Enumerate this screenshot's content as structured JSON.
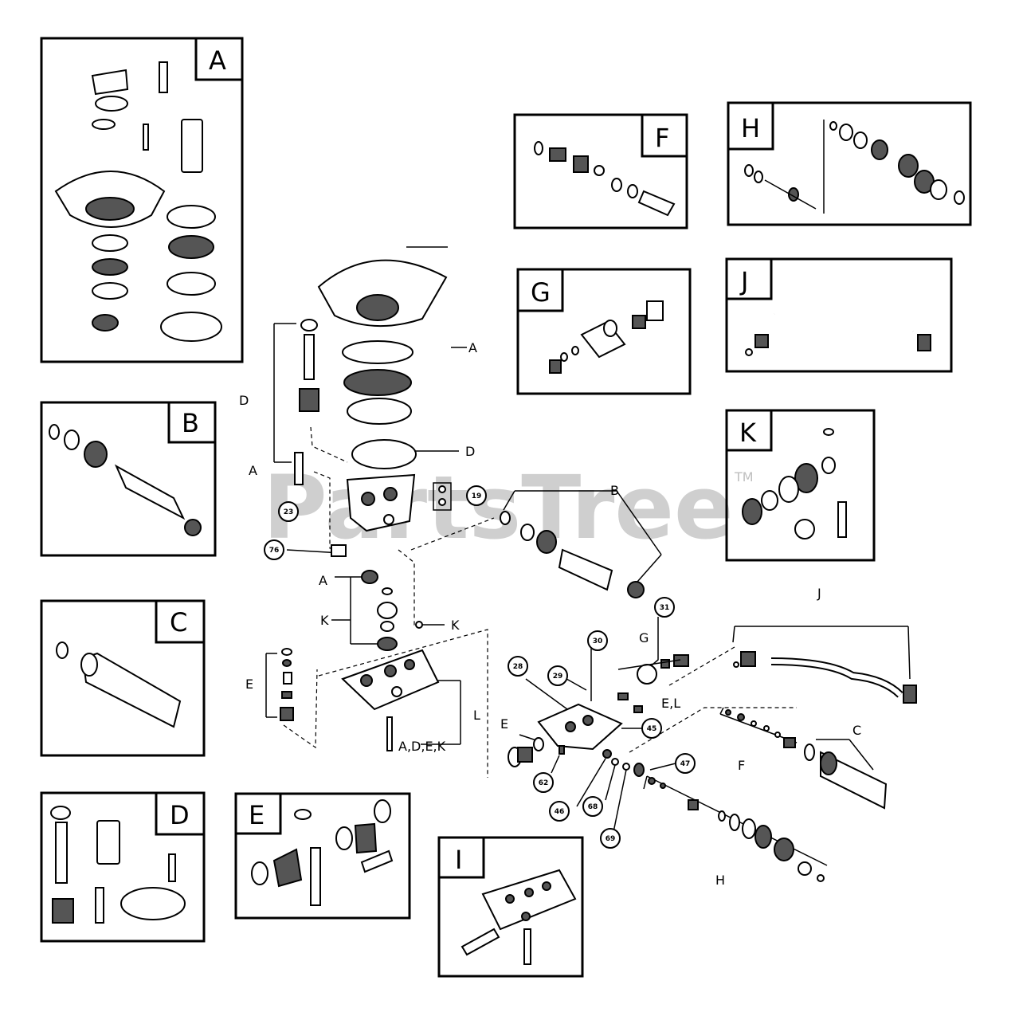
{
  "watermark": {
    "text": "PartsTree",
    "trademark": "TM"
  },
  "kits": [
    {
      "id": "A",
      "label": "A"
    },
    {
      "id": "B",
      "label": "B"
    },
    {
      "id": "C",
      "label": "C"
    },
    {
      "id": "D",
      "label": "D"
    },
    {
      "id": "E",
      "label": "E"
    },
    {
      "id": "F",
      "label": "F"
    },
    {
      "id": "G",
      "label": "G"
    },
    {
      "id": "H",
      "label": "H"
    },
    {
      "id": "I",
      "label": "I"
    },
    {
      "id": "J",
      "label": "J"
    },
    {
      "id": "K",
      "label": "K"
    }
  ],
  "callouts": {
    "A_top": "A",
    "D_right": "D",
    "D_left": "D",
    "A_left": "A",
    "B": "B",
    "A_mid": "A",
    "K_left": "K",
    "K_right": "K",
    "E_left": "E",
    "L": "L",
    "ADEK": "A,D,E,K",
    "G": "G",
    "EL": "E,L",
    "E_mid": "E",
    "F": "F",
    "C": "C",
    "H": "H",
    "J": "J"
  },
  "numbers": [
    "23",
    "19",
    "76",
    "28",
    "29",
    "30",
    "31",
    "45",
    "62",
    "46",
    "68",
    "69",
    "47"
  ]
}
